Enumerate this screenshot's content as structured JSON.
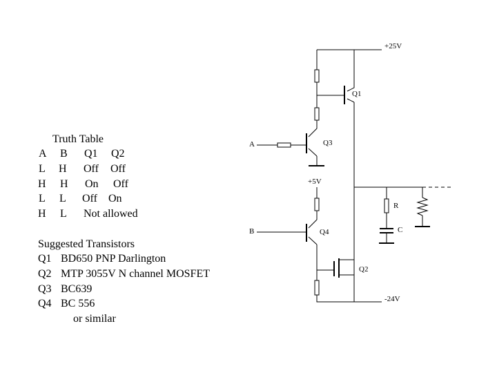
{
  "truth_table": {
    "title": "Truth Table",
    "headers": [
      "A",
      "B",
      "Q1",
      "Q2"
    ],
    "rows": [
      [
        "L",
        "H",
        "Off",
        "Off"
      ],
      [
        "H",
        "H",
        "On",
        "Off"
      ],
      [
        "L",
        "L",
        "Off",
        "On"
      ],
      [
        "H",
        "L",
        "Not allowed",
        ""
      ]
    ]
  },
  "suggested": {
    "title": "Suggested Transistors",
    "items": [
      {
        "ref": "Q1",
        "part": "BD650 PNP Darlington"
      },
      {
        "ref": "Q2",
        "part": "MTP 3055V N channel MOSFET"
      },
      {
        "ref": "Q3",
        "part": "BC639"
      },
      {
        "ref": "Q4",
        "part": "BC 556"
      }
    ],
    "footnote": "or similar"
  },
  "schematic": {
    "supply_top": "+25V",
    "supply_mid": "+5V",
    "supply_bottom": "-24V",
    "input_a": "A",
    "input_b": "B",
    "q1": "Q1",
    "q2": "Q2",
    "q3": "Q3",
    "q4": "Q4",
    "resistor": "R",
    "capacitor": "C"
  }
}
